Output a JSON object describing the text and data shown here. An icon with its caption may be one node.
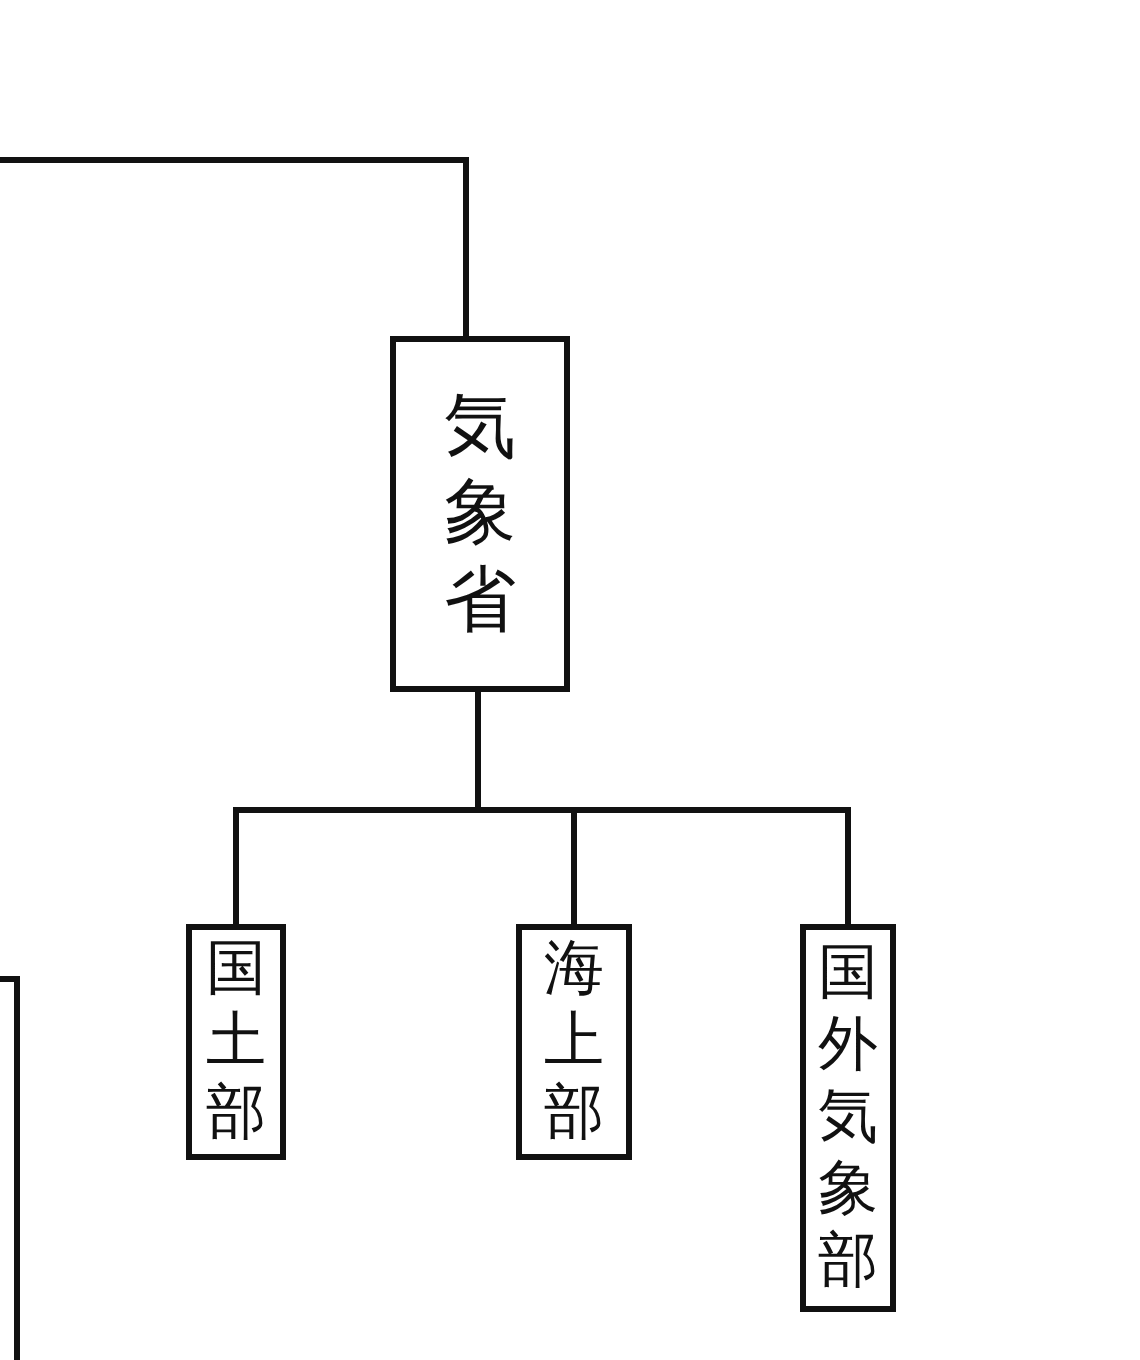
{
  "diagram": {
    "nodes": [
      {
        "text": [
          "気象省"
        ]
      },
      {
        "text": [
          "国土部"
        ]
      },
      {
        "text": [
          "海上部"
        ]
      },
      {
        "text": [
          "国外気象部"
        ]
      },
      {
        "text": [],
        "shape": "box"
      }
    ],
    "edges": [
      {
        "from": null,
        "to": 0,
        "arrow": "none"
      },
      {
        "from": 0,
        "to": 1,
        "arrow": "none"
      },
      {
        "from": 0,
        "to": 2,
        "arrow": "none"
      },
      {
        "from": 0,
        "to": 3,
        "arrow": "none"
      }
    ]
  }
}
